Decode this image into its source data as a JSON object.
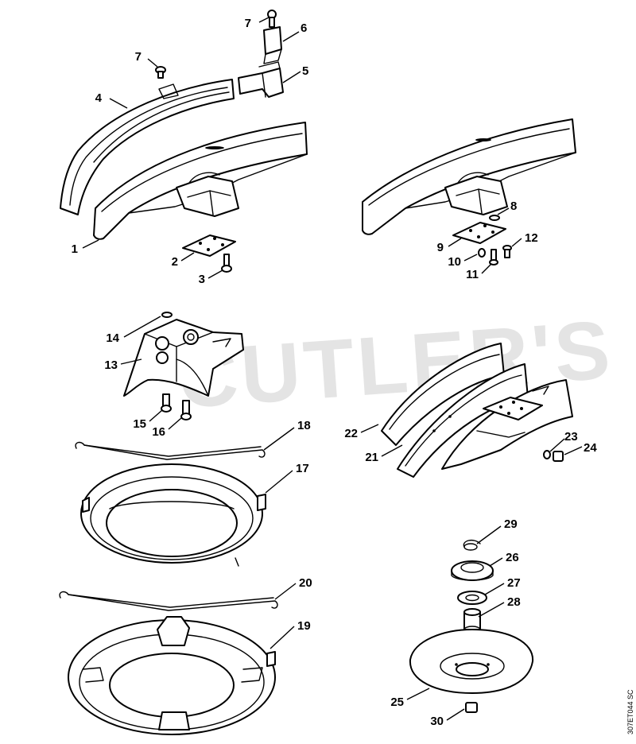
{
  "watermark": "CUTLER'S",
  "diagram_code": "307ET044 SC",
  "callouts": {
    "n1": "1",
    "n2": "2",
    "n3": "3",
    "n4": "4",
    "n5": "5",
    "n6": "6",
    "n7a": "7",
    "n7b": "7",
    "n8": "8",
    "n9": "9",
    "n10": "10",
    "n11": "11",
    "n12": "12",
    "n13": "13",
    "n14": "14",
    "n15": "15",
    "n16": "16",
    "n17": "17",
    "n18": "18",
    "n19": "19",
    "n20": "20",
    "n21": "21",
    "n22": "22",
    "n23": "23",
    "n24": "24",
    "n25": "25",
    "n26": "26",
    "n27": "27",
    "n28": "28",
    "n29": "29",
    "n30": "30"
  }
}
